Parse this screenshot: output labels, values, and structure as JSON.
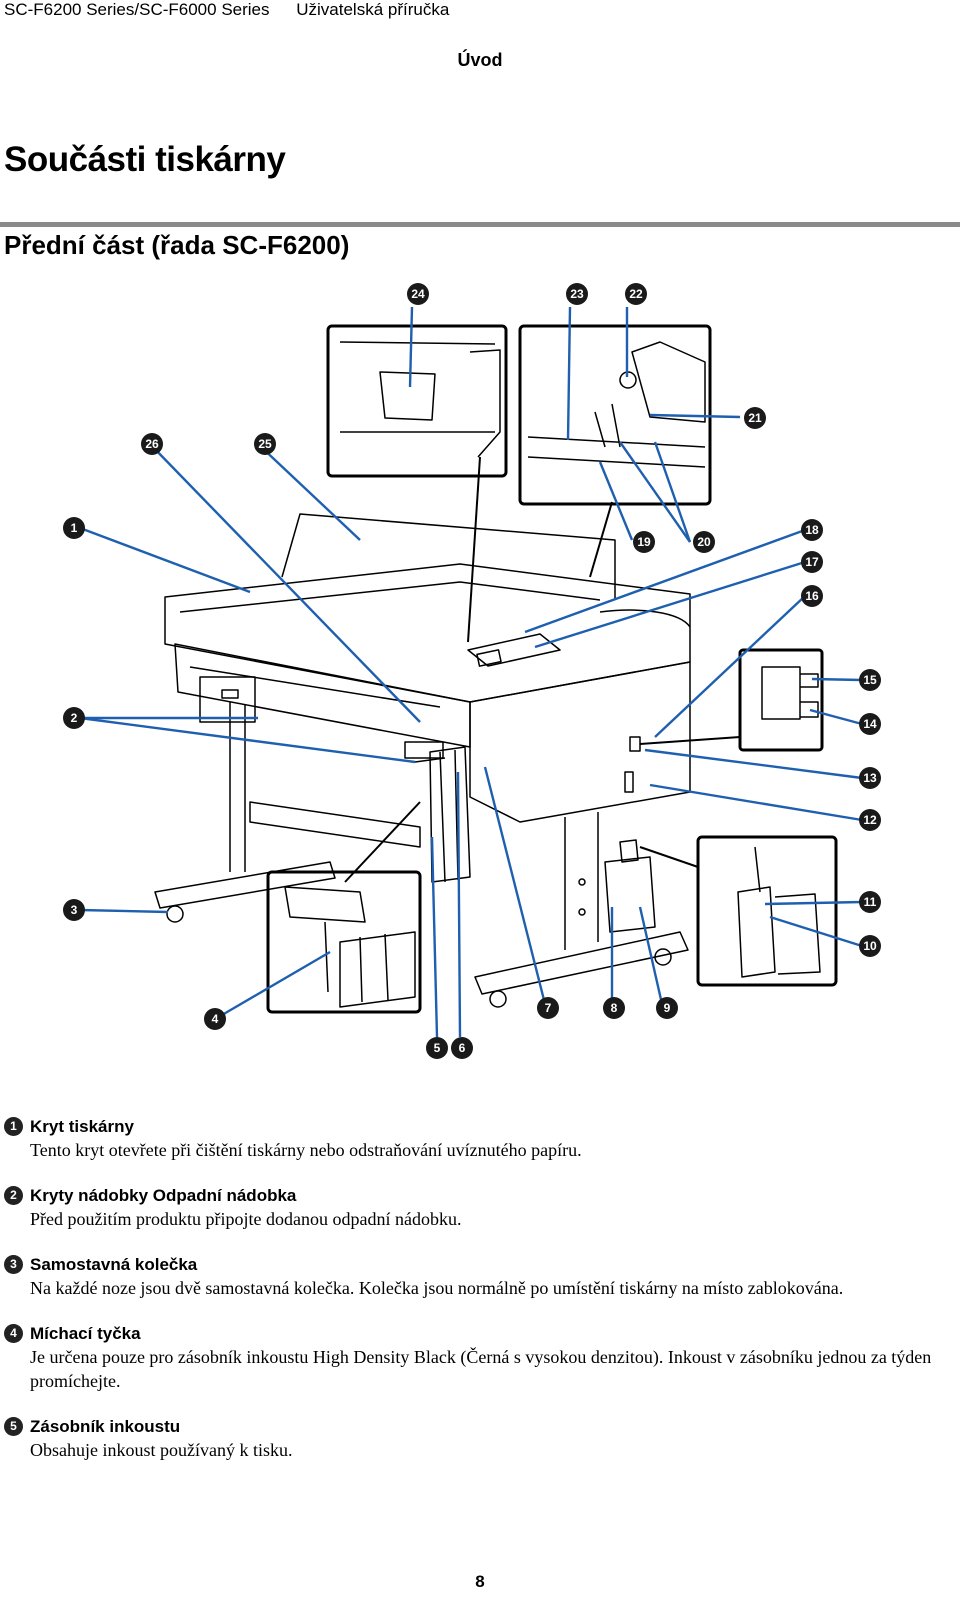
{
  "header": {
    "series": "SC-F6200 Series/SC-F6000 Series",
    "guide": "Uživatelská příručka",
    "section": "Úvod"
  },
  "title": "Součásti tiskárny",
  "subtitle": "Přední část (řada SC-F6200)",
  "figure": {
    "callouts": [
      "1",
      "2",
      "3",
      "4",
      "5",
      "6",
      "7",
      "8",
      "9",
      "10",
      "11",
      "12",
      "13",
      "14",
      "15",
      "16",
      "17",
      "18",
      "19",
      "20",
      "21",
      "22",
      "23",
      "24",
      "25",
      "26"
    ]
  },
  "items": [
    {
      "num": "1",
      "title": "Kryt tiskárny",
      "desc": "Tento kryt otevřete při čištění tiskárny nebo odstraňování uvíznutého papíru."
    },
    {
      "num": "2",
      "title": "Kryty nádobky Odpadní nádobka",
      "desc": "Před použitím produktu připojte dodanou odpadní nádobku."
    },
    {
      "num": "3",
      "title": "Samostavná kolečka",
      "desc": "Na každé noze jsou dvě samostavná kolečka. Kolečka jsou normálně po umístění tiskárny na místo zablokována."
    },
    {
      "num": "4",
      "title": "Míchací tyčka",
      "desc": "Je určena pouze pro zásobník inkoustu High Density Black (Černá s vysokou denzitou). Inkoust v zásobníku jednou za týden promíchejte."
    },
    {
      "num": "5",
      "title": "Zásobník inkoustu",
      "desc": "Obsahuje inkoust používaný k tisku."
    }
  ],
  "page_number": "8"
}
